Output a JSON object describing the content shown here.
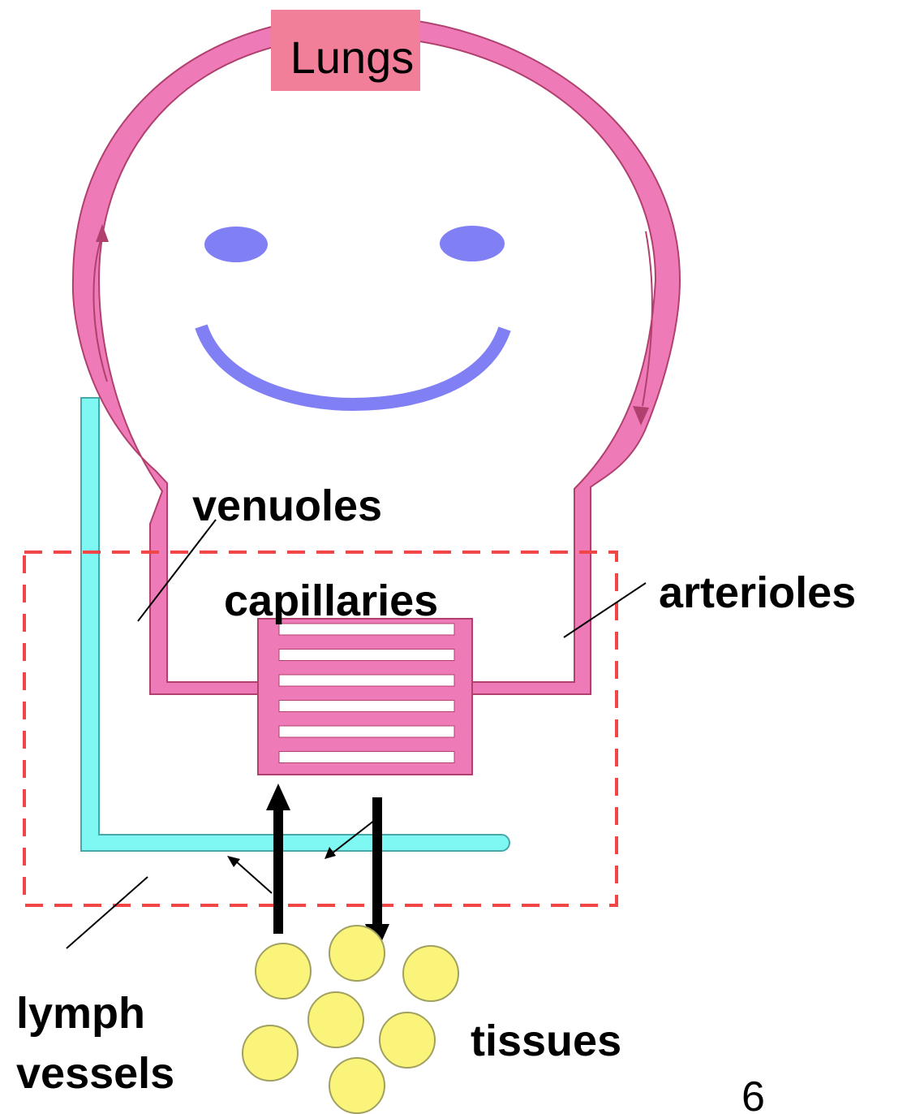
{
  "diagram": {
    "labels": {
      "lungs": "Lungs",
      "venuoles": "venuoles",
      "capillaries": "capillaries",
      "arterioles": "arterioles",
      "lymph_line1": "lymph",
      "lymph_line2": "vessels",
      "tissues": "tissues",
      "page_number": "6"
    },
    "colors": {
      "vessel": "#ee7ab8",
      "vessel_outline": "#b0406e",
      "lungs_box": "#f27f9a",
      "lymph": "#7ff7f2",
      "lymph_outline": "#4aa7a7",
      "face": "#8080f4",
      "cells": "#fbf47a",
      "cells_outline": "#a0a060",
      "boundary": "#f24545",
      "arrows": "#000000"
    },
    "tissue_cell_count": 7,
    "capillary_channel_count": 6
  }
}
